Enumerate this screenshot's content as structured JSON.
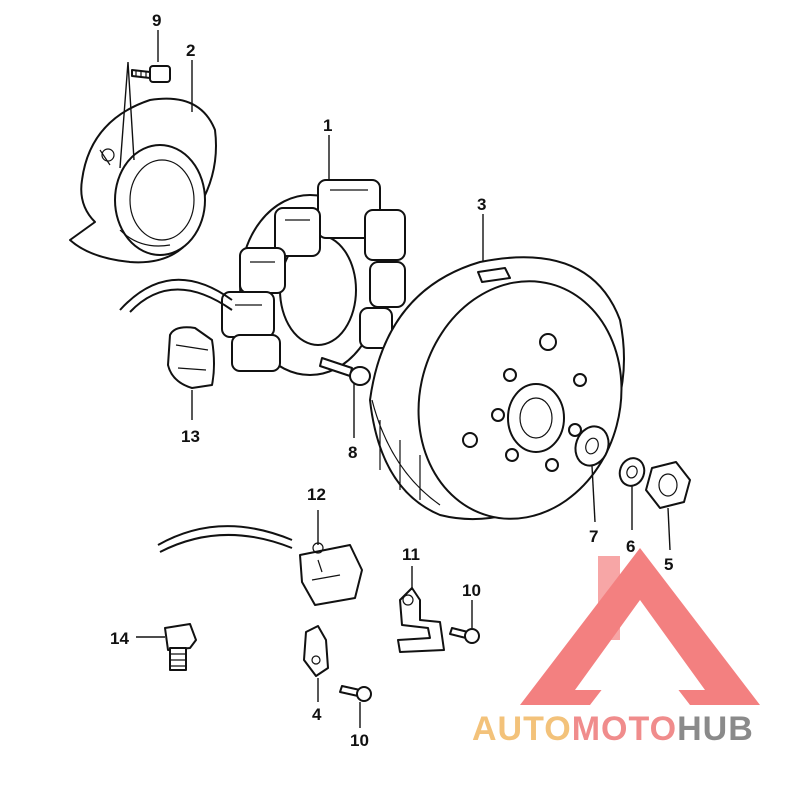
{
  "callouts": {
    "c1": "1",
    "c2": "2",
    "c3": "3",
    "c4": "4",
    "c5": "5",
    "c6": "6",
    "c7": "7",
    "c8": "8",
    "c9": "9",
    "c10a": "10",
    "c10b": "10",
    "c11": "11",
    "c12": "12",
    "c13": "13",
    "c14": "14"
  },
  "watermark": {
    "part1": "AUTO",
    "part2": "MOTO",
    "part3": "HUB",
    "colors": {
      "auto": "#f3c27a",
      "moto": "#f08c8c",
      "hub": "#8a8a8a",
      "logo": "#f26b6b"
    }
  }
}
